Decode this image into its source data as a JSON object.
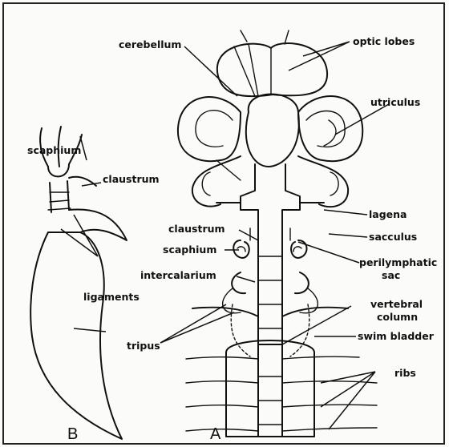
{
  "figure": {
    "panel_a_letter": "A",
    "panel_b_letter": "B",
    "colors": {
      "ink": "#111111",
      "paper": "#fbfbf9",
      "stipple": "#555555"
    }
  },
  "labels_a": {
    "cerebellum": "cerebellum",
    "optic_lobes": "optic lobes",
    "utriculus": "utriculus",
    "lagena": "lagena",
    "sacculus": "sacculus",
    "claustrum": "claustrum",
    "scaphium": "scaphium",
    "perilymphatic_1": "perilymphatic",
    "perilymphatic_2": "sac",
    "intercalarium": "intercalarium",
    "vertebral_1": "vertebral",
    "vertebral_2": "column",
    "swim_bladder": "swim bladder",
    "ribs": "ribs",
    "tripus": "tripus"
  },
  "labels_b": {
    "scaphium": "scaphium",
    "claustrum": "claustrum",
    "ligaments": "ligaments"
  }
}
